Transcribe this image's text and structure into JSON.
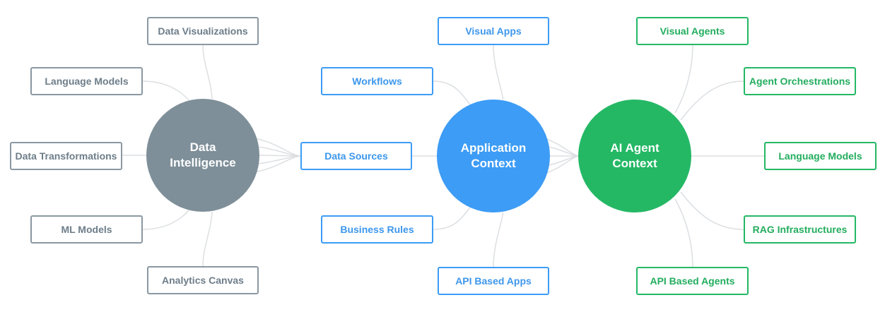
{
  "colors": {
    "data_intelligence": "#7e8f99",
    "application": "#3d9cf5",
    "agent": "#24b865",
    "connector": "#dcdfe2",
    "gray_text": "#6d7d89",
    "gray_border": "#8a98a2",
    "blue_text": "#3d97ec",
    "green_text": "#23ad5e"
  },
  "hubs": {
    "data_intelligence": {
      "line1": "Data",
      "line2": "Intelligence"
    },
    "application": {
      "line1": "Application",
      "line2": "Context"
    },
    "agent": {
      "line1": "AI Agent",
      "line2": "Context"
    }
  },
  "data_intelligence_nodes": {
    "data_visualizations": "Data Visualizations",
    "language_models": "Language Models",
    "data_transformations": "Data Transformations",
    "ml_models": "ML Models",
    "analytics_canvas": "Analytics Canvas"
  },
  "application_nodes": {
    "visual_apps": "Visual Apps",
    "workflows": "Workflows",
    "data_sources": "Data Sources",
    "business_rules": "Business Rules",
    "api_based_apps": "API Based Apps"
  },
  "agent_nodes": {
    "visual_agents": "Visual Agents",
    "agent_orchestrations": "Agent Orchestrations",
    "language_models": "Language Models",
    "rag_infrastructures": "RAG Infrastructures",
    "api_based_agents": "API Based Agents"
  }
}
